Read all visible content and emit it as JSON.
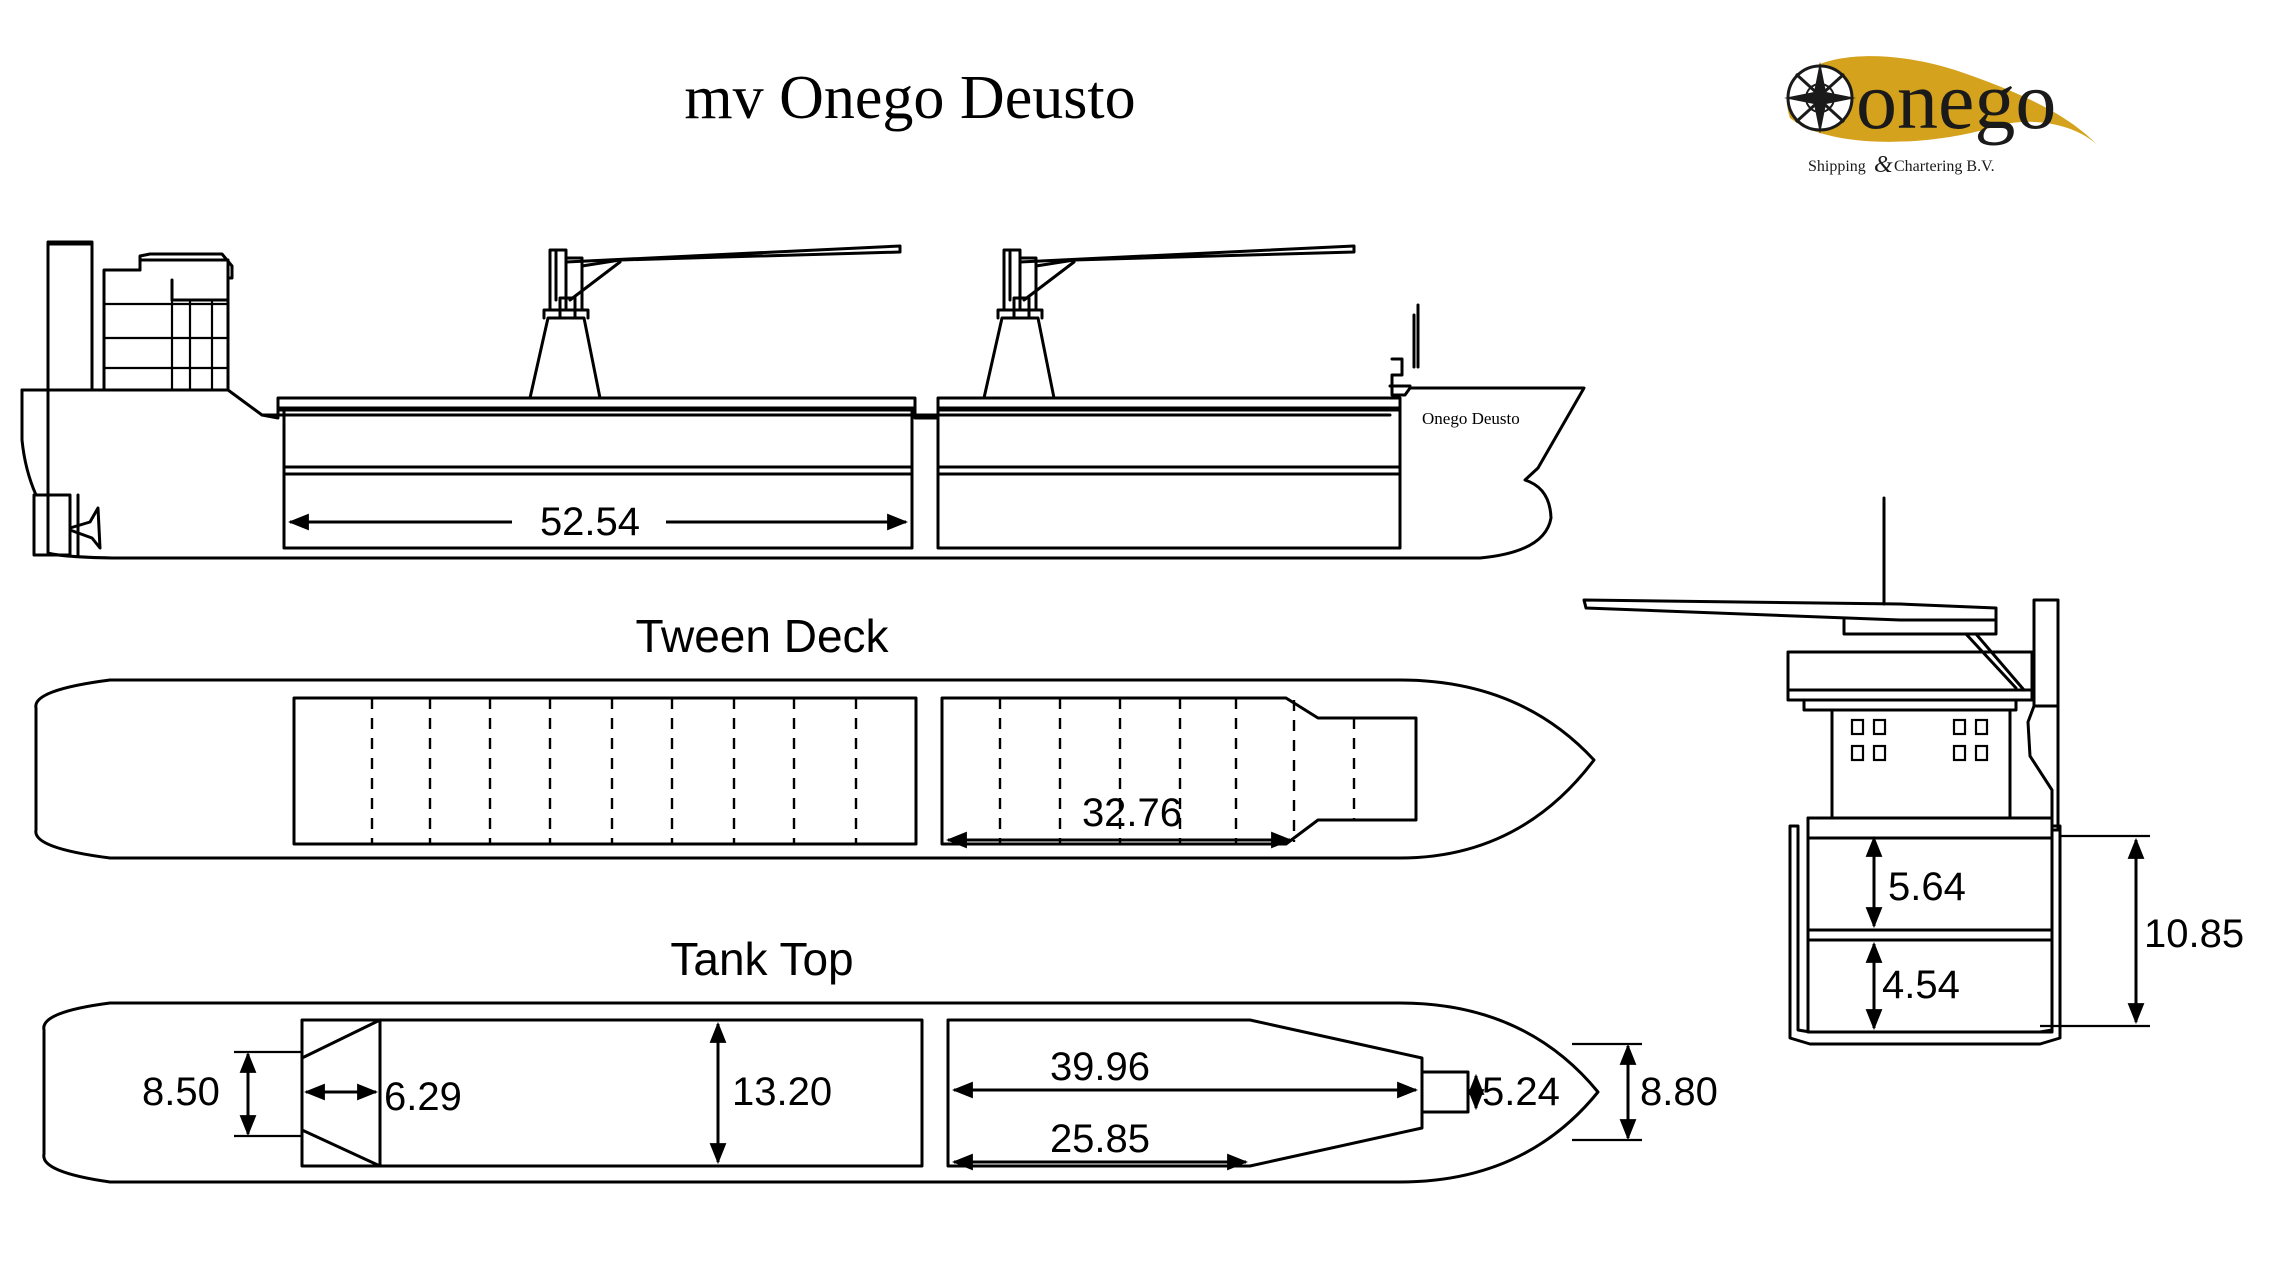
{
  "title": "mv Onego Deusto",
  "logo": {
    "wordmark": "onego",
    "tagline_left": "Shipping",
    "tagline_amp": "&",
    "tagline_right": "Chartering B.V.",
    "gold": "#d4a21c",
    "ink": "#1a1a1a"
  },
  "hull_name": "Onego Deusto",
  "views": {
    "tween_deck": "Tween Deck",
    "tank_top": "Tank Top"
  },
  "dimensions": {
    "hold_length_side": "52.54",
    "tween_hold2": "32.76",
    "tank_width_aft": "8.50",
    "tank_taper_aft": "6.29",
    "tank_width_hold1": "13.20",
    "tank_length_hold2_top": "39.96",
    "tank_length_hold2_bottom": "25.85",
    "tank_end_width": "5.24",
    "tank_width_fwd": "8.80",
    "section_upper_height": "5.64",
    "section_lower_height": "4.54",
    "section_total_height": "10.85"
  }
}
